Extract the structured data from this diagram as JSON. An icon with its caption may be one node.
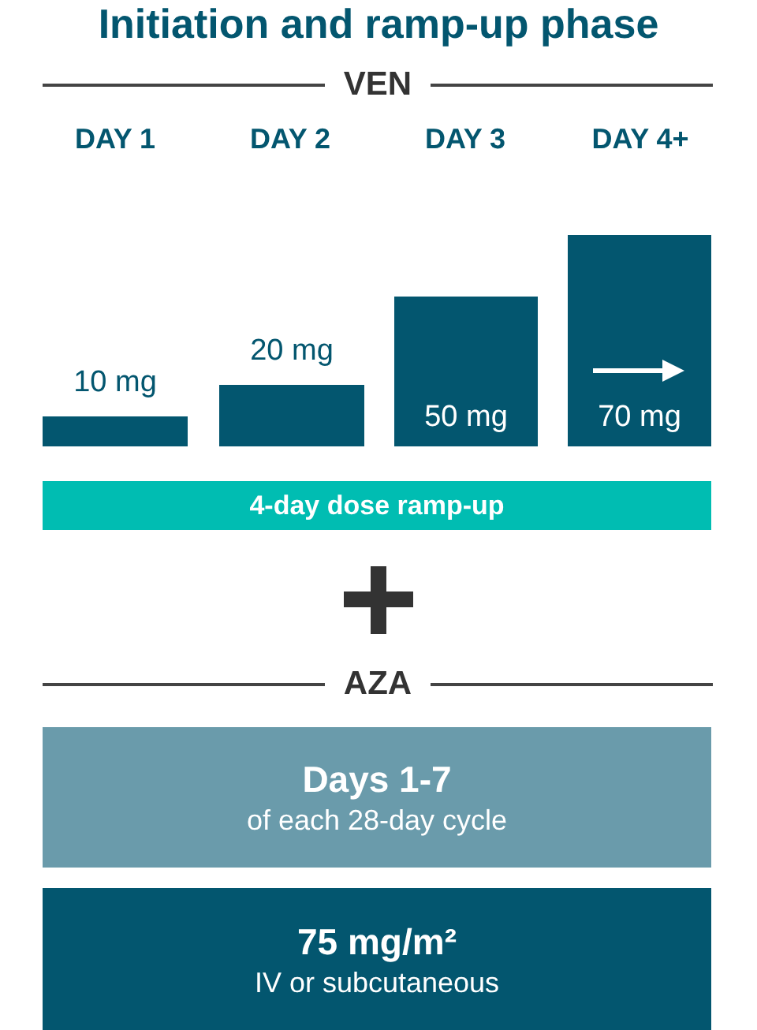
{
  "diagram": {
    "title": "Initiation and ramp-up phase",
    "nodes": [
      {
        "text": [
          "10 mg"
        ]
      },
      {
        "text": [
          "20 mg"
        ]
      },
      {
        "text": [
          "50 mg"
        ]
      },
      {
        "text": [
          "70 mg"
        ]
      },
      {
        "text": [
          "4-day dose ramp-up"
        ]
      },
      {
        "text": [
          "Days 1-7",
          "of each 28-day cycle"
        ]
      },
      {
        "text": [
          "75 mg/m²",
          "IV or subcutaneous"
        ]
      }
    ],
    "labels": [
      "VEN",
      "DAY 1",
      "DAY 2",
      "DAY 3",
      "DAY 4+",
      "AZA"
    ]
  }
}
